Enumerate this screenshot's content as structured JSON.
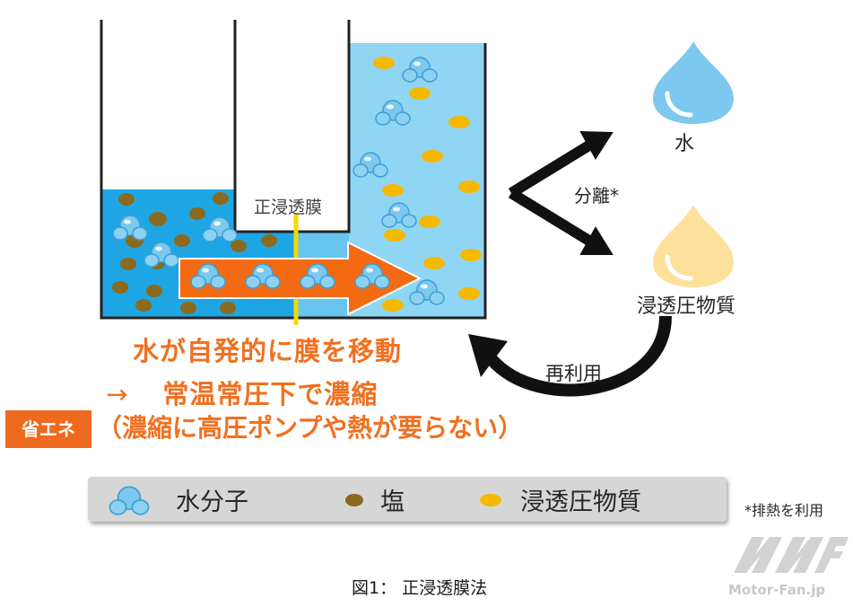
{
  "diagram": {
    "membrane_label": "正浸透膜",
    "water_label": "水",
    "separation_label": "分離*",
    "osmotic_label": "浸透圧物質",
    "reuse_label": "再利用",
    "headline_1": "水が自発的に膜を移動",
    "arrow_symbol": "→",
    "headline_2": "常温常圧下で濃縮",
    "energy_badge": "省エネ",
    "headline_3": "（濃縮に高圧ポンプや熱が要らない）"
  },
  "legend": {
    "water_molecule": "水分子",
    "salt": "塩",
    "osmotic_substance": "浸透圧物質"
  },
  "footnote": "*排熱を利用",
  "caption": "図1： 正浸透膜法",
  "watermark": "Motor-Fan.jp",
  "colors": {
    "left_solution": "#1ea6e4",
    "right_solution": "#8fd6f5",
    "salt": "#8b6a1e",
    "osmotic": "#f7b800",
    "molecule": "#7cc8ee",
    "accent": "#f07020"
  }
}
